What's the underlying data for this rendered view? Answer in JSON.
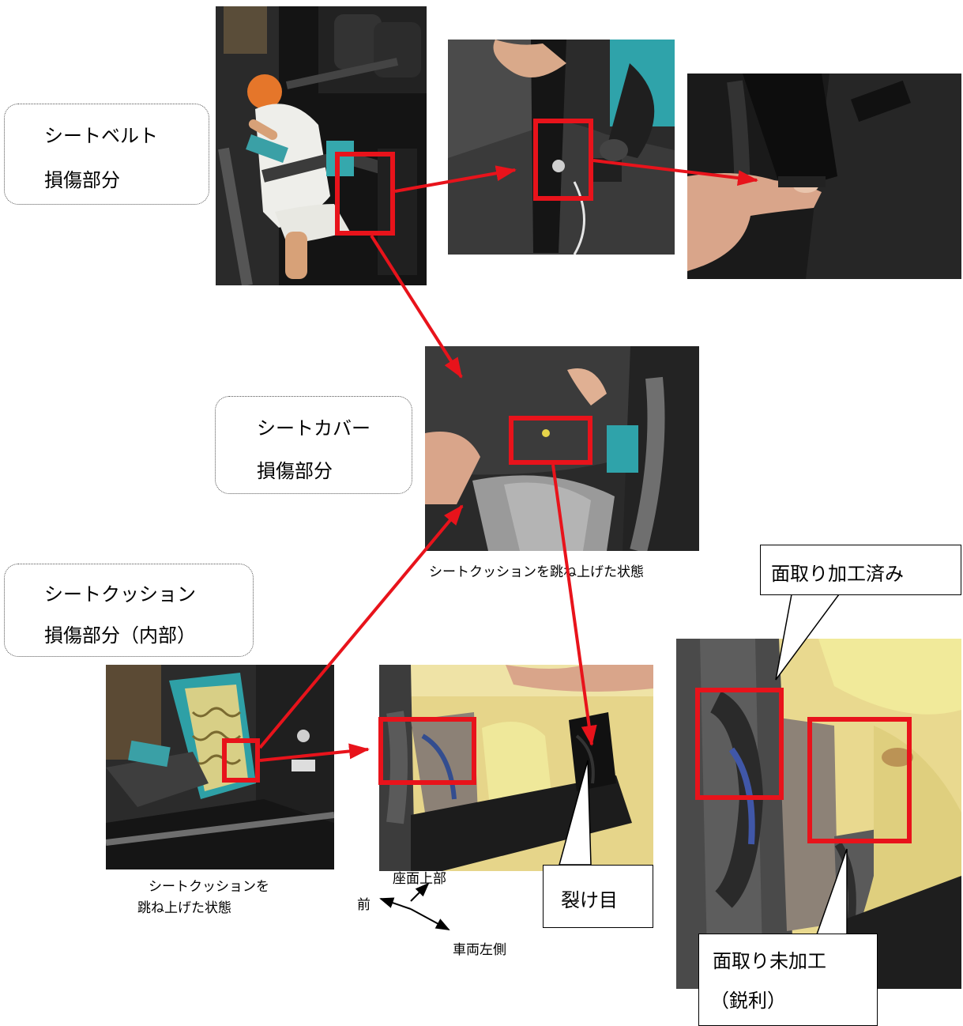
{
  "callouts": {
    "seatbelt": {
      "line1": "シートベルト",
      "line2": "損傷部分"
    },
    "seatcover": {
      "line1": "シートカバー",
      "line2": "損傷部分"
    },
    "cushion": {
      "line1": "シートクッション",
      "line2": "損傷部分（内部）"
    }
  },
  "captions": {
    "cover_photo": "シートクッションを跳ね上げた状態",
    "cushion_photo_line1": "シートクッションを",
    "cushion_photo_line2": "跳ね上げた状態"
  },
  "directions": {
    "up": "座面上部",
    "front": "前",
    "left": "車両左側"
  },
  "labels": {
    "tear": "裂け目",
    "chamfered": "面取り加工済み",
    "unchamfered_line1": "面取り未加工",
    "unchamfered_line2": "（鋭利）"
  },
  "colors": {
    "highlight": "#e8131b"
  }
}
